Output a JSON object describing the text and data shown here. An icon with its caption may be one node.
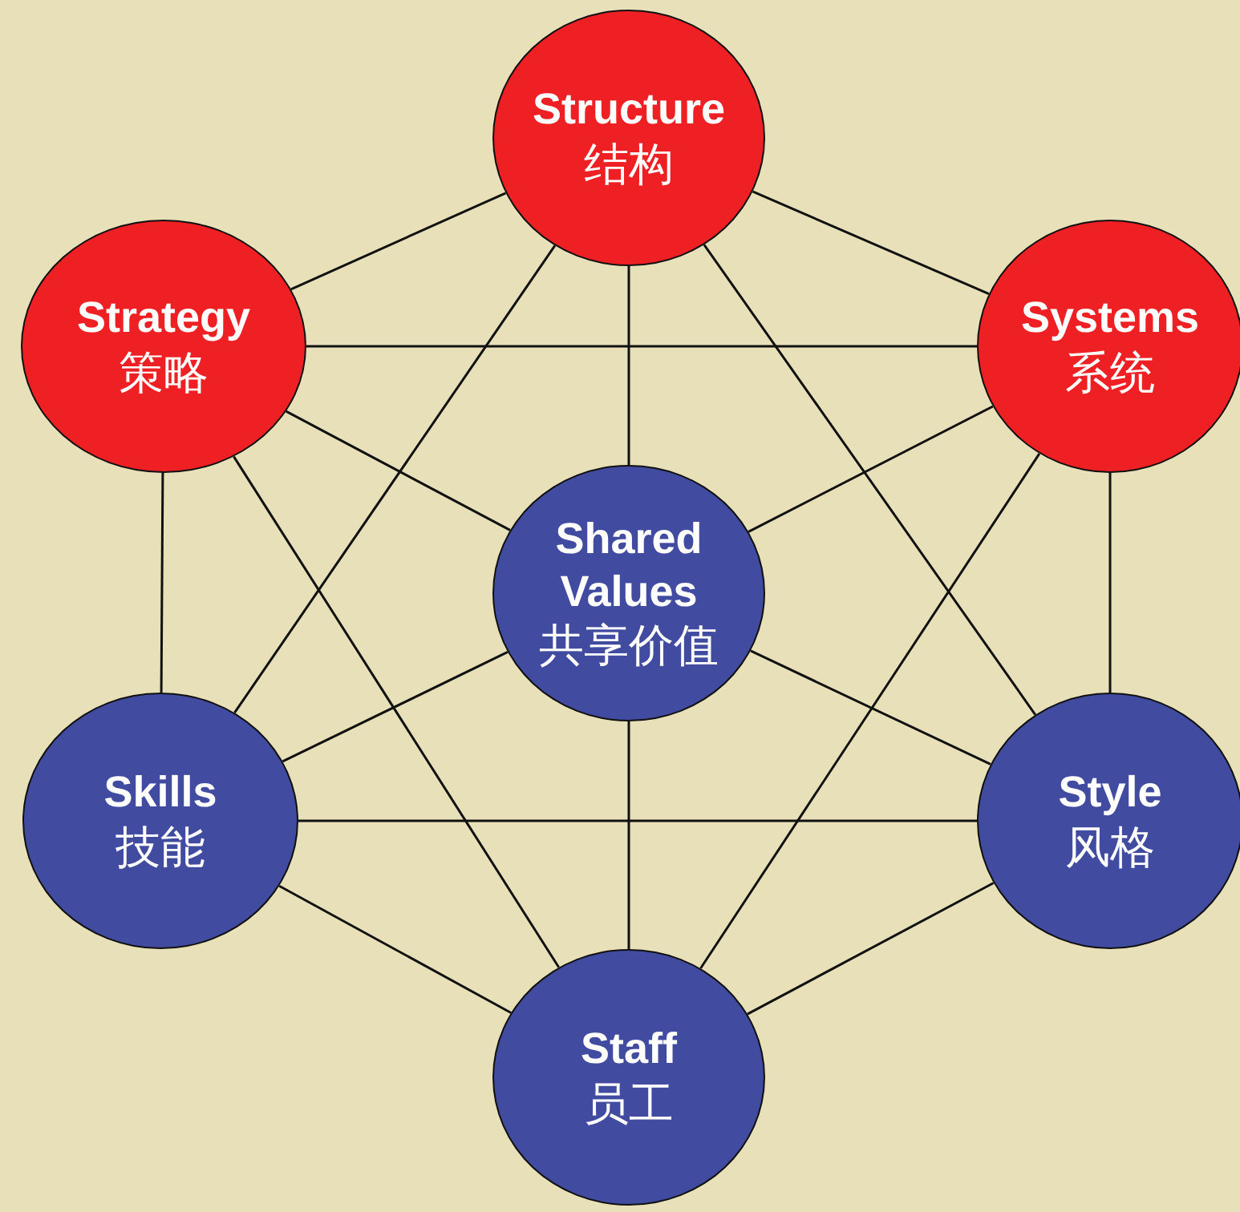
{
  "diagram": {
    "nodes": [
      {
        "text": [
          "Structure",
          "结构"
        ]
      },
      {
        "text": [
          "Strategy",
          "策略"
        ]
      },
      {
        "text": [
          "Systems",
          "系统"
        ]
      },
      {
        "text": [
          "Shared Values",
          "共享价值"
        ]
      },
      {
        "text": [
          "Skills",
          "技能"
        ]
      },
      {
        "text": [
          "Style",
          "风格"
        ]
      },
      {
        "text": [
          "Staff",
          "员工"
        ]
      }
    ],
    "edges": [
      {
        "from": 0,
        "to": 1,
        "arrow": "none"
      },
      {
        "from": 0,
        "to": 2,
        "arrow": "none"
      },
      {
        "from": 0,
        "to": 3,
        "arrow": "none"
      },
      {
        "from": 0,
        "to": 4,
        "arrow": "none"
      },
      {
        "from": 0,
        "to": 5,
        "arrow": "none"
      },
      {
        "from": 1,
        "to": 2,
        "arrow": "none"
      },
      {
        "from": 1,
        "to": 3,
        "arrow": "none"
      },
      {
        "from": 1,
        "to": 4,
        "arrow": "none"
      },
      {
        "from": 1,
        "to": 6,
        "arrow": "none"
      },
      {
        "from": 2,
        "to": 3,
        "arrow": "none"
      },
      {
        "from": 2,
        "to": 5,
        "arrow": "none"
      },
      {
        "from": 2,
        "to": 6,
        "arrow": "none"
      },
      {
        "from": 3,
        "to": 4,
        "arrow": "none"
      },
      {
        "from": 3,
        "to": 5,
        "arrow": "none"
      },
      {
        "from": 3,
        "to": 6,
        "arrow": "none"
      },
      {
        "from": 4,
        "to": 5,
        "arrow": "none"
      },
      {
        "from": 4,
        "to": 6,
        "arrow": "none"
      },
      {
        "from": 5,
        "to": 6,
        "arrow": "none"
      }
    ]
  }
}
